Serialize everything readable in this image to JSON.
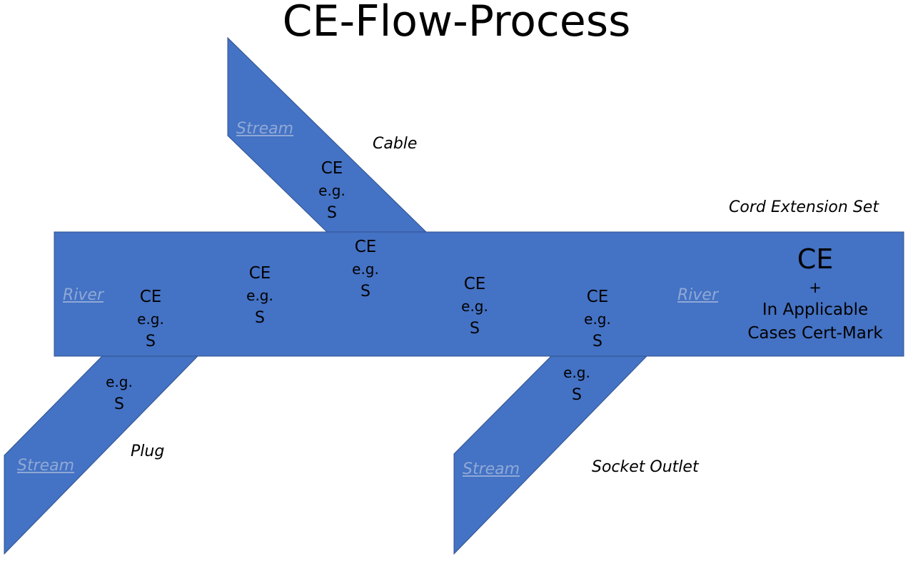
{
  "title": "CE-Flow-Process",
  "colors": {
    "band_fill": "#4472c4",
    "band_stroke": "#2f528f",
    "marker_text": "#8fa9d6"
  },
  "labels": {
    "cable": "Cable",
    "cord_extension_set": "Cord Extension Set",
    "plug": "Plug",
    "socket_outlet": "Socket Outlet"
  },
  "markers": {
    "stream_cable": "Stream",
    "stream_plug": "Stream",
    "stream_socket": "Stream",
    "river_left": "River",
    "river_right": "River"
  },
  "cells": {
    "cable": {
      "ce": "CE",
      "eg": "e.g.",
      "s": "S"
    },
    "plug_join": {
      "ce": "CE",
      "eg": "e.g.",
      "s": "S"
    },
    "river_1": {
      "ce": "CE",
      "eg": "e.g.",
      "s": "S"
    },
    "cable_join": {
      "ce": "CE",
      "eg": "e.g.",
      "s": "S"
    },
    "river_2": {
      "ce": "CE",
      "eg": "e.g.",
      "s": "S"
    },
    "socket_join": {
      "ce": "CE",
      "eg": "e.g.",
      "s": "S"
    },
    "plug": {
      "eg": "e.g.",
      "s": "S"
    },
    "socket": {
      "eg": "e.g.",
      "s": "S"
    }
  },
  "final": {
    "ce": "CE",
    "plus": "+",
    "line1": "In Applicable",
    "line2": "Cases Cert-Mark"
  }
}
